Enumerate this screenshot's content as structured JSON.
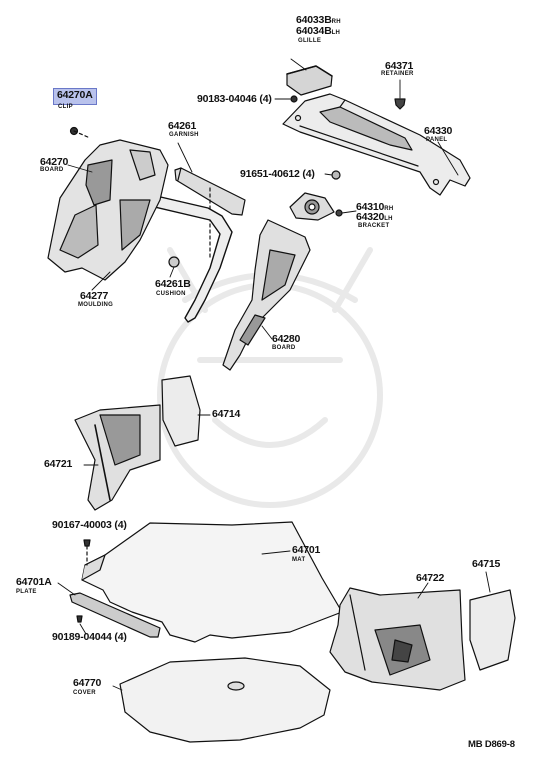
{
  "diagram": {
    "code": "MB D869-8",
    "highlight_color": "#b9c2ec",
    "highlighted_part": "64270A"
  },
  "labels": {
    "p64033b": "64033B",
    "p64033b_suffix": "RH",
    "p64034b": "64034B",
    "p64034b_suffix": "LH",
    "glille": "GLILLE",
    "p64371": "64371",
    "retainer": "RETAINER",
    "p90183": "90183-04046 (4)",
    "p64330": "64330",
    "panel": "PANEL",
    "p64270a": "64270A",
    "clip": "CLIP",
    "p64261": "64261",
    "garnish": "GARNISH",
    "p64270": "64270",
    "board1": "BOARD",
    "p91651": "91651-40612 (4)",
    "p64310": "64310",
    "p64310_suffix": "RH",
    "p64320": "64320",
    "p64320_suffix": "LH",
    "bracket": "BRACKET",
    "p64261b": "64261B",
    "cushion": "CUSHION",
    "p64277": "64277",
    "moulding": "MOULDING",
    "p64280": "64280",
    "board2": "BOARD",
    "p64714": "64714",
    "p64721": "64721",
    "p90167": "90167-40003 (4)",
    "p64701": "64701",
    "mat": "MAT",
    "p64701a": "64701A",
    "plate": "PLATE",
    "p90189": "90189-04044 (4)",
    "p64722": "64722",
    "p64715": "64715",
    "p64770": "64770",
    "cover": "COVER"
  }
}
